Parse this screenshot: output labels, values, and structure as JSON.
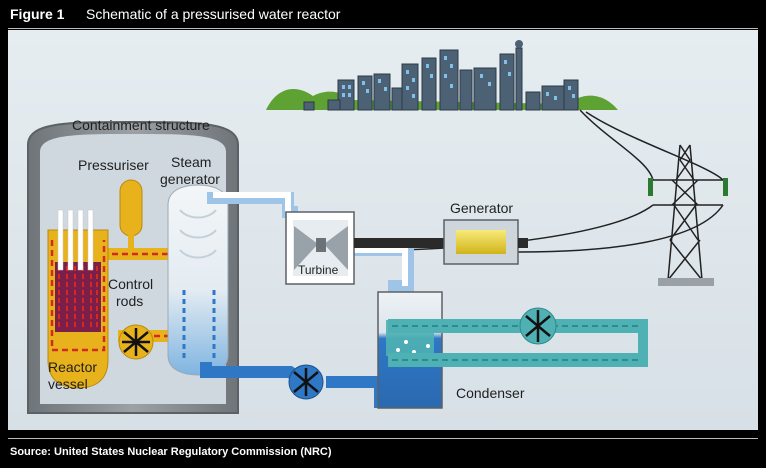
{
  "figure": {
    "number": "Figure 1",
    "title": "Schematic of a pressurised water reactor"
  },
  "labels": {
    "containment": "Containment structure",
    "pressuriser": "Pressuriser",
    "steam_generator_1": "Steam",
    "steam_generator_2": "generator",
    "turbine": "Turbine",
    "generator": "Generator",
    "control_rods_1": "Control",
    "control_rods_2": "rods",
    "reactor_vessel_1": "Reactor",
    "reactor_vessel_2": "vessel",
    "condenser": "Condenser"
  },
  "source": "Source: United States Nuclear Regulatory Commission (NRC)",
  "colors": {
    "hot_loop": "#e8b21c",
    "hot_dash": "#d22a1e",
    "core": "#7b1e4a",
    "steam_loop": "#2e78c6",
    "cooling_loop": "#4fb1b3",
    "panel": "#dfe7ec",
    "containment": "#8c9196",
    "hills": "#5ea234"
  }
}
